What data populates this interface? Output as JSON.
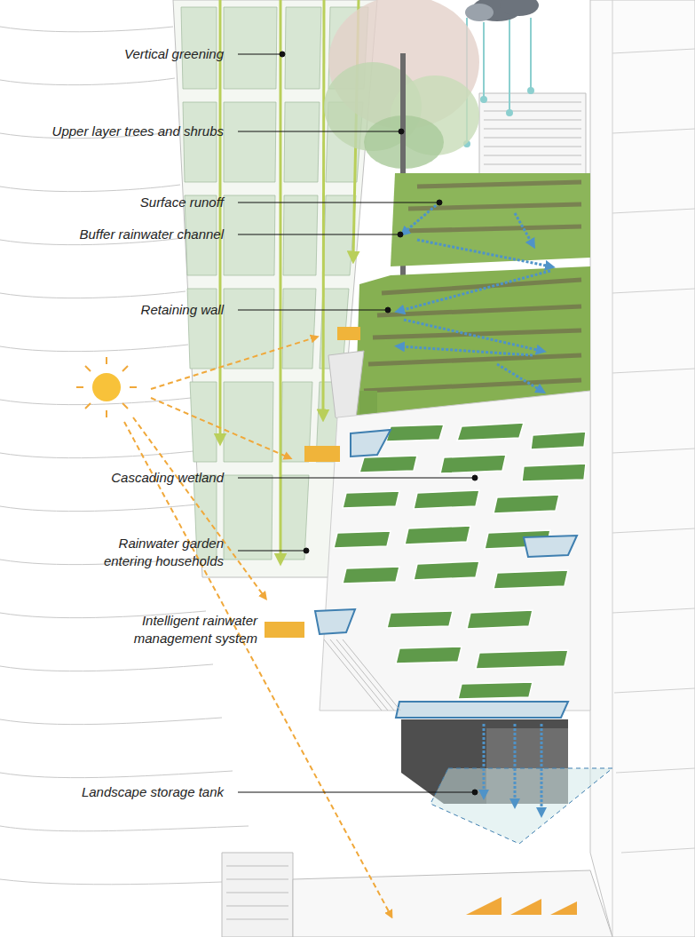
{
  "diagram": {
    "labels": [
      "Vertical greening",
      "Upper layer trees and shrubs",
      "Surface runoff",
      "Buffer rainwater channel",
      "Retaining wall",
      "Cascading wetland",
      "Rainwater garden entering households",
      "Intelligent rainwater management system",
      "Landscape storage tank"
    ]
  }
}
